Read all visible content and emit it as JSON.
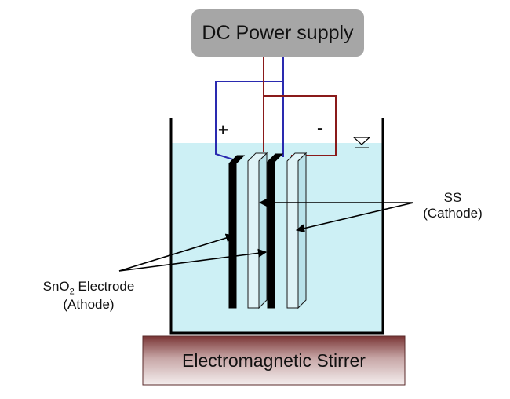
{
  "power_supply": {
    "label": "DC Power supply"
  },
  "stirrer": {
    "label": "Electromagnetic Stirrer"
  },
  "terminals": {
    "positive": "+",
    "negative": "-"
  },
  "labels": {
    "ss_line1": "SS",
    "ss_line2": "(Cathode)",
    "anode_prefix": "SnO",
    "anode_subscript": "2",
    "anode_suffix": " Electrode",
    "anode_line2": "(Athode)"
  },
  "colors": {
    "positive_wire": "#2a2ab0",
    "negative_wire": "#8a1a1a",
    "solution": "#cdf0f5",
    "anode_plate": "#000000",
    "cathode_plate": "#dff3f7",
    "power_box": "#a6a6a6",
    "stirrer_top": "#7a3535",
    "stirrer_bottom": "#f4eeee"
  },
  "icons": {
    "water_level": "water-level-triangle-icon"
  }
}
